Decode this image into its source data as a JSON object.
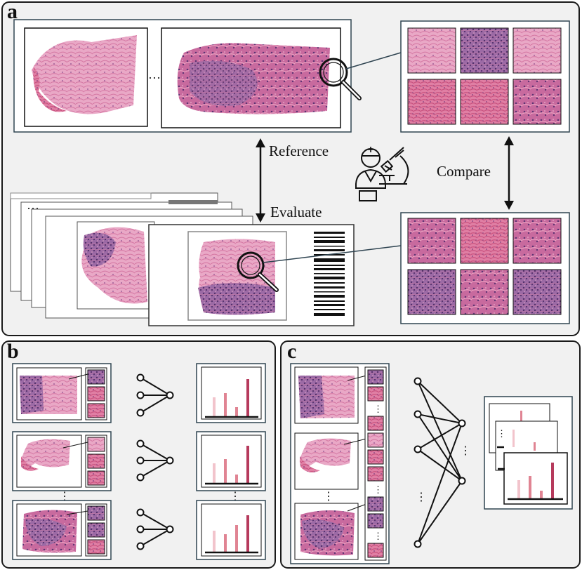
{
  "panels": {
    "a": {
      "letter": "a"
    },
    "b": {
      "letter": "b"
    },
    "c": {
      "letter": "c"
    }
  },
  "labels": {
    "reference": "Reference",
    "evaluate": "Evaluate",
    "compare": "Compare"
  },
  "ellipsis_h": "···",
  "ellipsis_v": "⋮",
  "colors": {
    "panel_bg": "#f1f1f1",
    "frame": "#2f4451",
    "tissue_pink": "#d9709a",
    "tissue_purple": "#7a4c8f",
    "bar_light": "#f2c4cc",
    "bar_mid": "#e08493",
    "bar_dark": "#b63a5c"
  }
}
